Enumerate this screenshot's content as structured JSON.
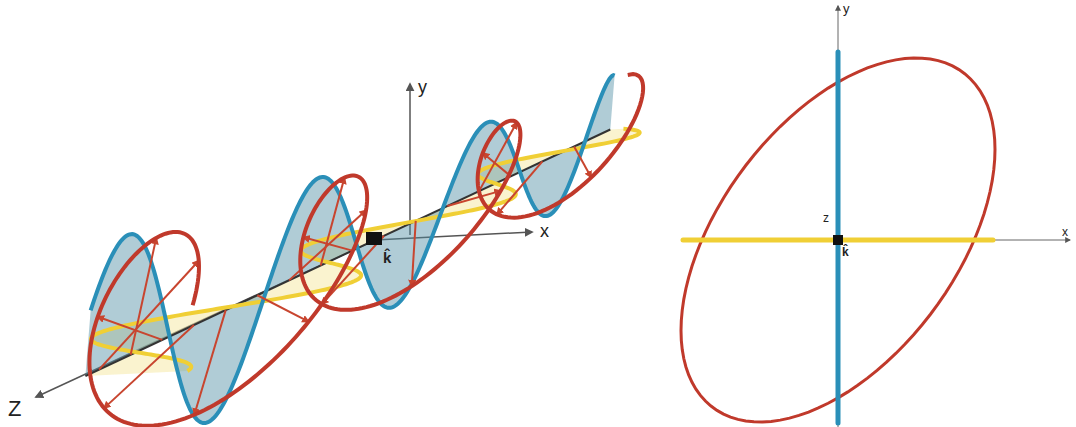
{
  "diagram": {
    "labels": [
      "y",
      "x",
      "k̂",
      "Z",
      "y",
      "z",
      "k̂",
      "x"
    ]
  }
}
